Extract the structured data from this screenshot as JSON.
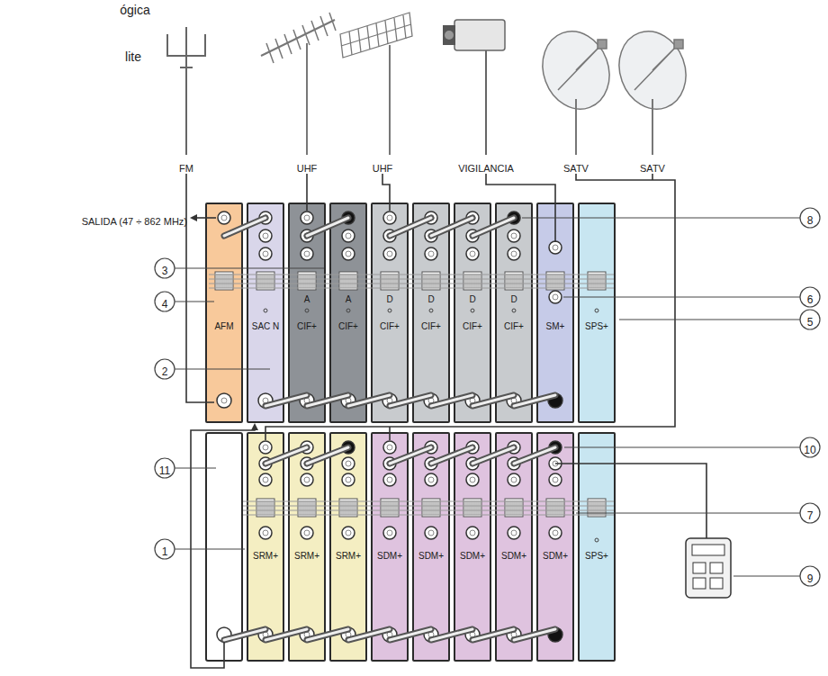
{
  "diagram": {
    "nodes": [
      {
        "text": [
          "AFM"
        ]
      },
      {
        "text": [
          "SAC N"
        ]
      },
      {
        "text": [
          "A",
          "CIF+"
        ]
      },
      {
        "text": [
          "A",
          "CIF+"
        ]
      },
      {
        "text": [
          "D",
          "CIF+"
        ]
      },
      {
        "text": [
          "D",
          "CIF+"
        ]
      },
      {
        "text": [
          "D",
          "CIF+"
        ]
      },
      {
        "text": [
          "D",
          "CIF+"
        ]
      },
      {
        "text": [
          "SM+"
        ]
      },
      {
        "text": [
          "SPS+"
        ]
      },
      {
        "text": [
          "SRM+"
        ]
      },
      {
        "text": [
          "SRM+"
        ]
      },
      {
        "text": [
          "SRM+"
        ]
      },
      {
        "text": [
          "SDM+"
        ]
      },
      {
        "text": [
          "SDM+"
        ]
      },
      {
        "text": [
          "SDM+"
        ]
      },
      {
        "text": [
          "SDM+"
        ]
      },
      {
        "text": [
          "SDM+"
        ]
      },
      {
        "text": [
          "SPS+"
        ]
      }
    ],
    "edges": [
      {
        "from": 0,
        "to": 1,
        "arrow": "none"
      },
      {
        "from": 2,
        "to": 3,
        "arrow": "none"
      },
      {
        "from": 4,
        "to": 5,
        "arrow": "none"
      },
      {
        "from": 5,
        "to": 6,
        "arrow": "none"
      },
      {
        "from": 6,
        "to": 7,
        "arrow": "none"
      },
      {
        "from": 1,
        "to": 2,
        "arrow": "none"
      },
      {
        "from": 2,
        "to": 3,
        "arrow": "none"
      },
      {
        "from": 3,
        "to": 4,
        "arrow": "none"
      },
      {
        "from": 4,
        "to": 5,
        "arrow": "none"
      },
      {
        "from": 5,
        "to": 6,
        "arrow": "none"
      },
      {
        "from": 6,
        "to": 7,
        "arrow": "none"
      },
      {
        "from": 7,
        "to": 8,
        "arrow": "none"
      },
      {
        "from": 10,
        "to": 11,
        "arrow": "none"
      },
      {
        "from": 11,
        "to": 12,
        "arrow": "none"
      },
      {
        "from": 13,
        "to": 14,
        "arrow": "none"
      },
      {
        "from": 14,
        "to": 15,
        "arrow": "none"
      },
      {
        "from": 15,
        "to": 16,
        "arrow": "none"
      },
      {
        "from": 16,
        "to": 17,
        "arrow": "none"
      },
      {
        "from": 10,
        "to": 11,
        "arrow": "none"
      },
      {
        "from": 11,
        "to": 12,
        "arrow": "none"
      },
      {
        "from": 12,
        "to": 13,
        "arrow": "none"
      },
      {
        "from": 13,
        "to": 14,
        "arrow": "none"
      },
      {
        "from": 14,
        "to": 15,
        "arrow": "none"
      },
      {
        "from": 15,
        "to": 16,
        "arrow": "none"
      },
      {
        "from": 16,
        "to": 17,
        "arrow": "none"
      }
    ],
    "labels": [
      "ógica",
      "lite",
      "FM",
      "UHF",
      "UHF",
      "VIGILANCIA",
      "SATV",
      "SATV",
      "SALIDA (47 ÷ 862 MHz)",
      "8",
      "3",
      "4",
      "6",
      "2",
      "5",
      "11",
      "10",
      "1",
      "7",
      "9"
    ]
  }
}
